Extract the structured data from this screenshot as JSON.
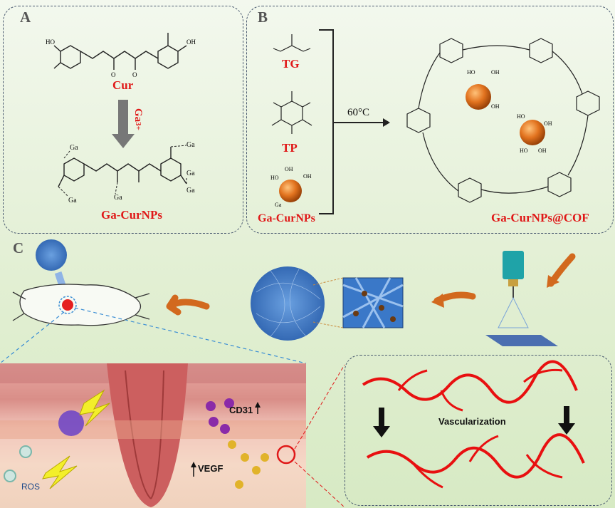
{
  "panels": {
    "a": "A",
    "b": "B",
    "c": "C"
  },
  "panel_a": {
    "cur": "Cur",
    "ga_reagent": "Ga",
    "ga_sup": "3+",
    "product": "Ga-CurNPs",
    "ga_atom": "Ga"
  },
  "panel_b": {
    "tg": "TG",
    "tp": "TP",
    "ga_curnps": "Ga-CurNPs",
    "temperature": "60°C",
    "product": "Ga-CurNPs@COF"
  },
  "panel_c": {
    "ros": "ROS",
    "cd31": "CD31",
    "vegf": "VEGF",
    "vascularization": "Vascularization"
  },
  "colors": {
    "label_red": "#e01818",
    "fiber_blue": "#3a78c8",
    "arrow_orange": "#d2691e",
    "vessel_red": "#e81010"
  }
}
